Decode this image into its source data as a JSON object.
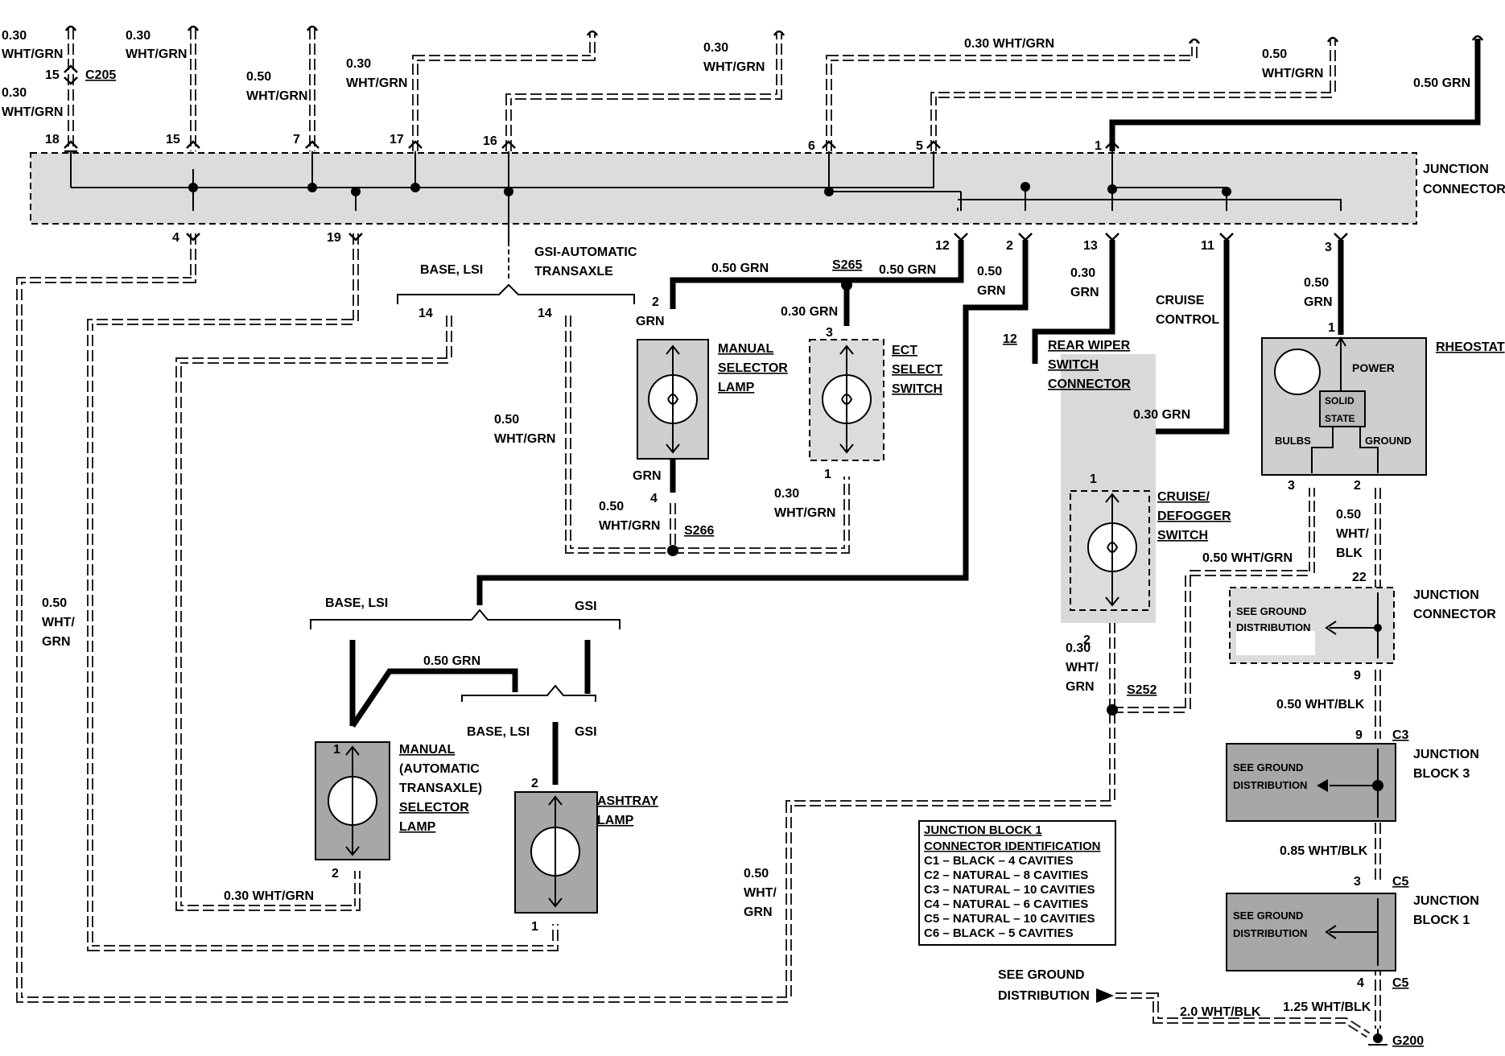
{
  "junction_connector_top": {
    "label_line1": "JUNCTION",
    "label_line2": "CONNECTOR",
    "pins": [
      "18",
      "15",
      "7",
      "17",
      "16",
      "6",
      "5",
      "1",
      "4",
      "19",
      "12",
      "2",
      "13",
      "11",
      "3"
    ]
  },
  "c205": {
    "pin": "15",
    "name": "C205"
  },
  "wire_labels": {
    "w18_top_a": "0.30",
    "w18_top_b": "WHT/GRN",
    "w18_bot_a": "0.30",
    "w18_bot_b": "WHT/GRN",
    "w15_a": "0.30",
    "w15_b": "WHT/GRN",
    "w7_a": "0.50",
    "w7_b": "WHT/GRN",
    "w17_a": "0.30",
    "w17_b": "WHT/GRN",
    "w16_a": "0.30",
    "w16_b": "WHT/GRN",
    "w6": "0.30 WHT/GRN",
    "w5_a": "0.50",
    "w5_b": "WHT/GRN",
    "w1": "0.50 GRN",
    "w12_s265": "0.50 GRN",
    "w_s265_left": "0.50 GRN",
    "w2_a": "0.50",
    "w2_b": "GRN",
    "w13_a": "0.30",
    "w13_b": "GRN",
    "w3_a": "0.50",
    "w3_b": "GRN",
    "w_ect_top": "0.30 GRN",
    "w_msl_pin2": "GRN",
    "w_msl_pin4": "GRN",
    "w_s266_a": "0.50",
    "w_s266_b": "WHT/GRN",
    "w_ect_bot_a": "0.30",
    "w_ect_bot_b": "WHT/GRN",
    "w_left14_a": "0.50",
    "w_left14_b": "WHT/GRN",
    "w_left_a": "0.50",
    "w_left_b": "WHT/",
    "w_left_c": "GRN",
    "w_cruise_top": "0.30 GRN",
    "w_cruise_bot_a": "0.30",
    "w_cruise_bot_b": "WHT/",
    "w_cruise_bot_c": "GRN",
    "w_rheo3": "0.50 WHT/GRN",
    "w_rheo2_a": "0.50",
    "w_rheo2_b": "WHT/",
    "w_rheo2_c": "BLK",
    "w_jc9": "0.50 WHT/BLK",
    "w_jb3": "0.85 WHT/BLK",
    "w_g200_left": "2.0 WHT/BLK",
    "w_g200_right": "1.25 WHT/BLK",
    "w_lower_grn": "0.50 GRN",
    "w_msl2": "0.30 WHT/GRN",
    "w_bottom_a": "0.50",
    "w_bottom_b": "WHT/",
    "w_bottom_c": "GRN"
  },
  "options": {
    "base_lsi": "BASE, LSI",
    "gsi_auto_1": "GSI-AUTOMATIC",
    "gsi_auto_2": "TRANSAXLE",
    "base_lsi_2": "BASE, LSI",
    "gsi_2": "GSI",
    "base_lsi_3": "BASE, LSI",
    "gsi_3": "GSI",
    "cruise_1": "CRUISE",
    "cruise_2": "CONTROL"
  },
  "pins": {
    "p14_left": "14",
    "p14_right": "14",
    "msl_top": "2",
    "msl_bot": "4",
    "ect_top": "3",
    "ect_bot": "1",
    "rear_wiper": "12",
    "cruise_top": "1",
    "cruise_bot": "2",
    "rheo_top": "1",
    "rheo_3": "3",
    "rheo_2": "2",
    "jc_22": "22",
    "jc_9": "9",
    "jb3_9": "9",
    "jb3_c3": "C3",
    "jb1_3": "3",
    "jb1_c5": "C5",
    "jb1_4": "4",
    "jb1_c5b": "C5",
    "mat_1": "1",
    "mat_2": "2",
    "ash_2": "2",
    "ash_1": "1"
  },
  "splices": {
    "s265": "S265",
    "s266": "S266",
    "s252": "S252"
  },
  "components": {
    "manual_selector_lamp": [
      "MANUAL",
      "SELECTOR",
      "LAMP"
    ],
    "ect_select_switch": [
      "ECT",
      "SELECT",
      "SWITCH"
    ],
    "rear_wiper_connector": [
      "REAR WIPER",
      "SWITCH",
      "CONNECTOR"
    ],
    "rheostat": "RHEOSTAT",
    "rheostat_power": "POWER",
    "rheostat_solid_1": "SOLID",
    "rheostat_solid_2": "STATE",
    "rheostat_bulbs": "BULBS",
    "rheostat_ground": "GROUND",
    "cruise_switch": [
      "CRUISE/",
      "DEFOGGER",
      "SWITCH"
    ],
    "junction_connector_right": [
      "JUNCTION",
      "CONNECTOR"
    ],
    "see_ground_1": [
      "SEE GROUND",
      "DISTRIBUTION"
    ],
    "junction_block_3": [
      "JUNCTION",
      "BLOCK 3"
    ],
    "see_ground_2": [
      "SEE GROUND",
      "DISTRIBUTION"
    ],
    "junction_block_1": [
      "JUNCTION",
      "BLOCK 1"
    ],
    "see_ground_3": [
      "SEE GROUND",
      "DISTRIBUTION"
    ],
    "see_ground_4": [
      "SEE GROUND",
      "DISTRIBUTION"
    ],
    "manual_auto_lamp": [
      "MANUAL",
      "(AUTOMATIC",
      "TRANSAXLE)",
      "SELECTOR",
      "LAMP"
    ],
    "ashtray_lamp": [
      "ASHTRAY",
      "LAMP"
    ],
    "ground": "G200"
  },
  "legend": {
    "title1": "JUNCTION BLOCK 1",
    "title2": "CONNECTOR IDENTIFICATION",
    "rows": [
      "C1 – BLACK  – 4 CAVITIES",
      "C2 – NATURAL – 8 CAVITIES",
      "C3 – NATURAL – 10 CAVITIES",
      "C4 – NATURAL – 6 CAVITIES",
      "C5 – NATURAL – 10 CAVITIES",
      "C6 – BLACK – 5 CAVITIES"
    ]
  }
}
